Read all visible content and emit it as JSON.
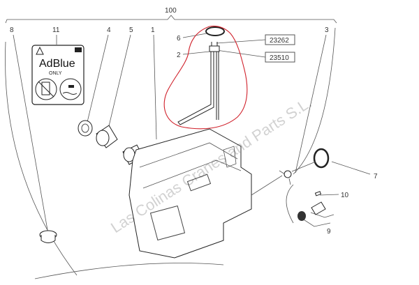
{
  "callouts": {
    "group": "100",
    "c1": "1",
    "c2": "2",
    "c3": "3",
    "c4": "4",
    "c5": "5",
    "c6": "6",
    "c7": "7",
    "c8": "8",
    "c9": "9",
    "c10": "10",
    "c11": "11"
  },
  "ref_boxes": [
    "23262",
    "23510"
  ],
  "label_sticker": {
    "title": "AdBlue",
    "subtitle": "ONLY"
  },
  "watermark": "Las Colinas Cranes and Parts S.L.",
  "colors": {
    "highlight": "#d0202a",
    "line": "#333333"
  }
}
